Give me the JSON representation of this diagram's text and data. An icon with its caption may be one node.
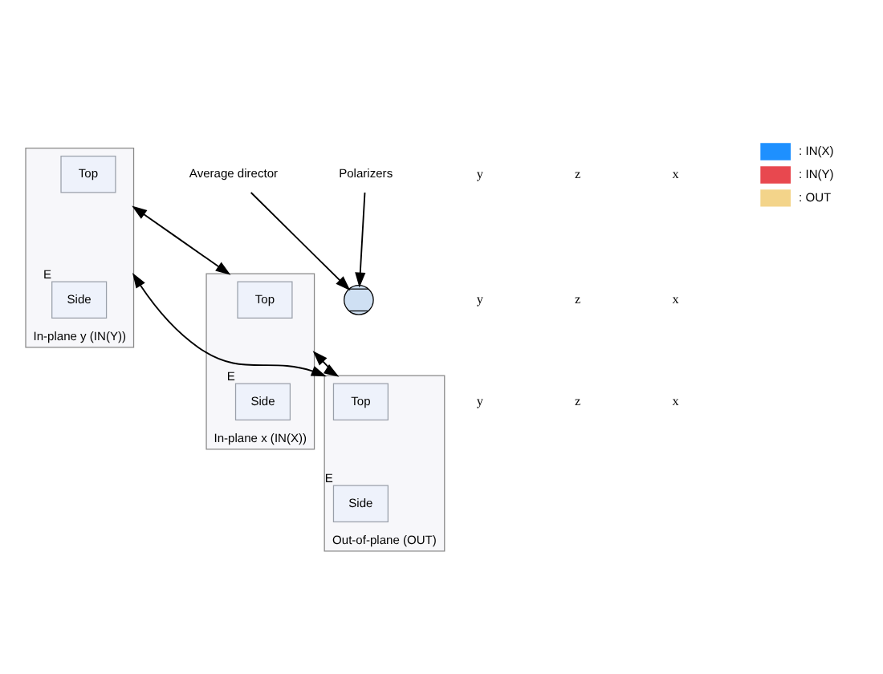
{
  "diagram": {
    "nodes": [
      {
        "text": [
          "In-plane x (IN(X))"
        ]
      },
      {
        "text": [
          "Top"
        ],
        "in": 0
      },
      {
        "text": [
          "Side"
        ],
        "in": 0,
        "beside": [
          "E"
        ]
      },
      {
        "text": [
          "Out-of-plane (OUT)"
        ]
      },
      {
        "text": [
          "Top"
        ],
        "in": 3
      },
      {
        "text": [
          "Side"
        ],
        "in": 3,
        "beside": [
          "E"
        ]
      },
      {
        "text": [
          "In-plane y (IN(Y))"
        ]
      },
      {
        "text": [
          "Top"
        ],
        "in": 6
      },
      {
        "text": [
          "Side"
        ],
        "in": 6,
        "beside": [
          "E"
        ]
      },
      {
        "text": [
          "Average director"
        ]
      },
      {
        "text": [
          "Polarizers"
        ]
      },
      {
        "text": [],
        "shape": "cross"
      }
    ],
    "edges": [
      {
        "from": 9,
        "to": 11,
        "arrow": "to"
      },
      {
        "from": 10,
        "to": 11,
        "arrow": "to"
      },
      {
        "from": 0,
        "to": 3,
        "arrow": "both"
      },
      {
        "from": 3,
        "to": 6,
        "arrow": "both"
      },
      {
        "from": 6,
        "to": 0,
        "arrow": "both"
      }
    ],
    "labels": [
      "y",
      "z",
      "x",
      "y",
      "z",
      "x",
      "y",
      "z",
      "x"
    ],
    "legend": [
      {
        "text": ": IN(X)",
        "color": "#1e90ff"
      },
      {
        "text": ": IN(Y)",
        "color": "#e8484f"
      },
      {
        "text": ": OUT",
        "color": "#f3d48a"
      }
    ]
  }
}
